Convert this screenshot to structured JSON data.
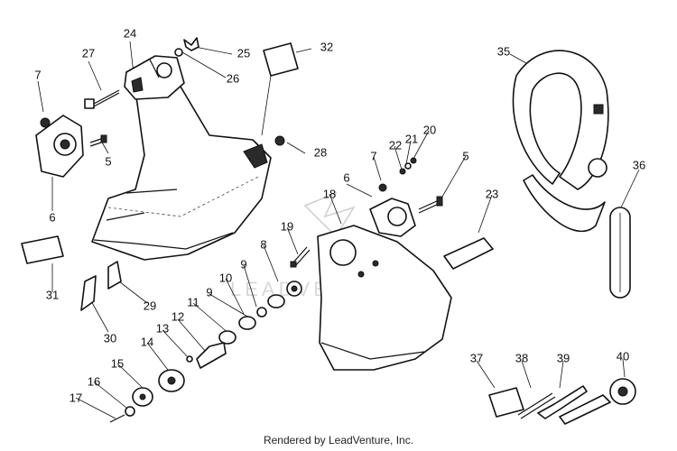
{
  "footer": {
    "text": "Rendered by LeadVenture, Inc."
  },
  "callouts": [
    "24",
    "27",
    "25",
    "32",
    "7",
    "26",
    "35",
    "28",
    "5",
    "20",
    "21",
    "22",
    "7",
    "5",
    "6",
    "18",
    "23",
    "36",
    "19",
    "6",
    "8",
    "31",
    "9",
    "10",
    "29",
    "11",
    "9",
    "12",
    "13",
    "30",
    "14",
    "15",
    "16",
    "17",
    "37",
    "38",
    "39",
    "40"
  ]
}
